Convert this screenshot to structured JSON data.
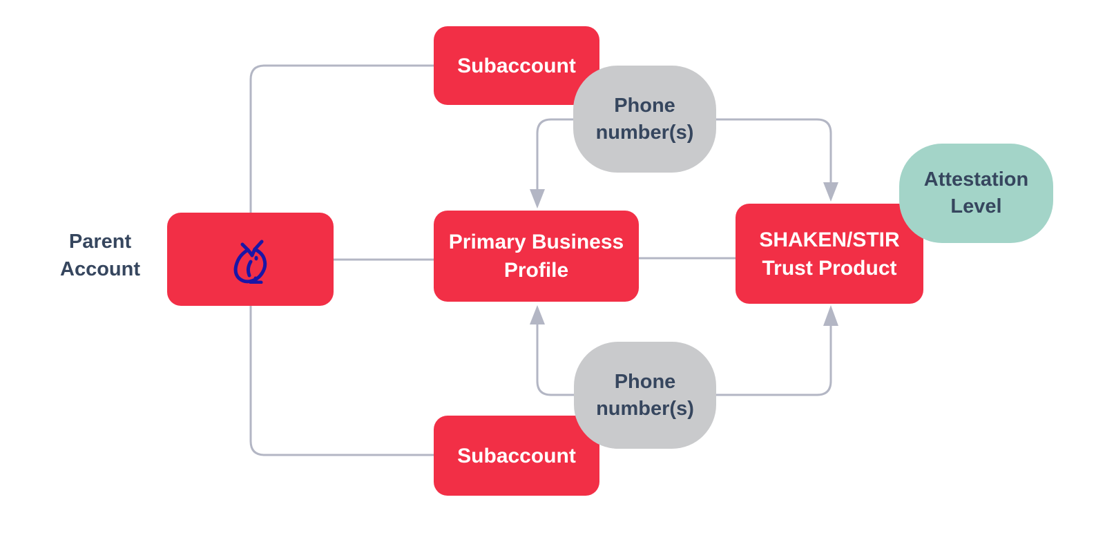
{
  "nodes": {
    "parent_label": {
      "line1": "Parent",
      "line2": "Account"
    },
    "parent_box": {
      "icon": "owl-icon"
    },
    "subaccount_top": {
      "label": "Subaccount"
    },
    "subaccount_bottom": {
      "label": "Subaccount"
    },
    "primary_profile": {
      "line1": "Primary Business",
      "line2": "Profile"
    },
    "shaken_stir": {
      "line1": "SHAKEN/STIR",
      "line2": "Trust Product"
    },
    "phone_top": {
      "line1": "Phone",
      "line2": "number(s)"
    },
    "phone_bottom": {
      "line1": "Phone",
      "line2": "number(s)"
    },
    "attestation": {
      "line1": "Attestation",
      "line2": "Level"
    }
  },
  "edges": [
    {
      "from": "parent-account",
      "to": "subaccount-top",
      "arrow": false
    },
    {
      "from": "parent-account",
      "to": "subaccount-bottom",
      "arrow": false
    },
    {
      "from": "parent-account",
      "to": "primary-business-profile",
      "arrow": false
    },
    {
      "from": "primary-business-profile",
      "to": "shaken-stir-trust-product",
      "arrow": false
    },
    {
      "from": "phone-numbers-top",
      "to": "primary-business-profile",
      "arrow": true
    },
    {
      "from": "phone-numbers-top",
      "to": "shaken-stir-trust-product",
      "arrow": true
    },
    {
      "from": "phone-numbers-bottom",
      "to": "primary-business-profile",
      "arrow": true
    },
    {
      "from": "phone-numbers-bottom",
      "to": "shaken-stir-trust-product",
      "arrow": true
    }
  ],
  "colors": {
    "node_red": "#F22F46",
    "blob_gray": "#C9CACC",
    "blob_teal": "#A3D4C8",
    "text_navy": "#36465E",
    "text_white": "#FFFFFF",
    "owl_blue": "#1A16A6",
    "connector_gray": "#B3B6C4",
    "background": "#FFFFFF"
  }
}
